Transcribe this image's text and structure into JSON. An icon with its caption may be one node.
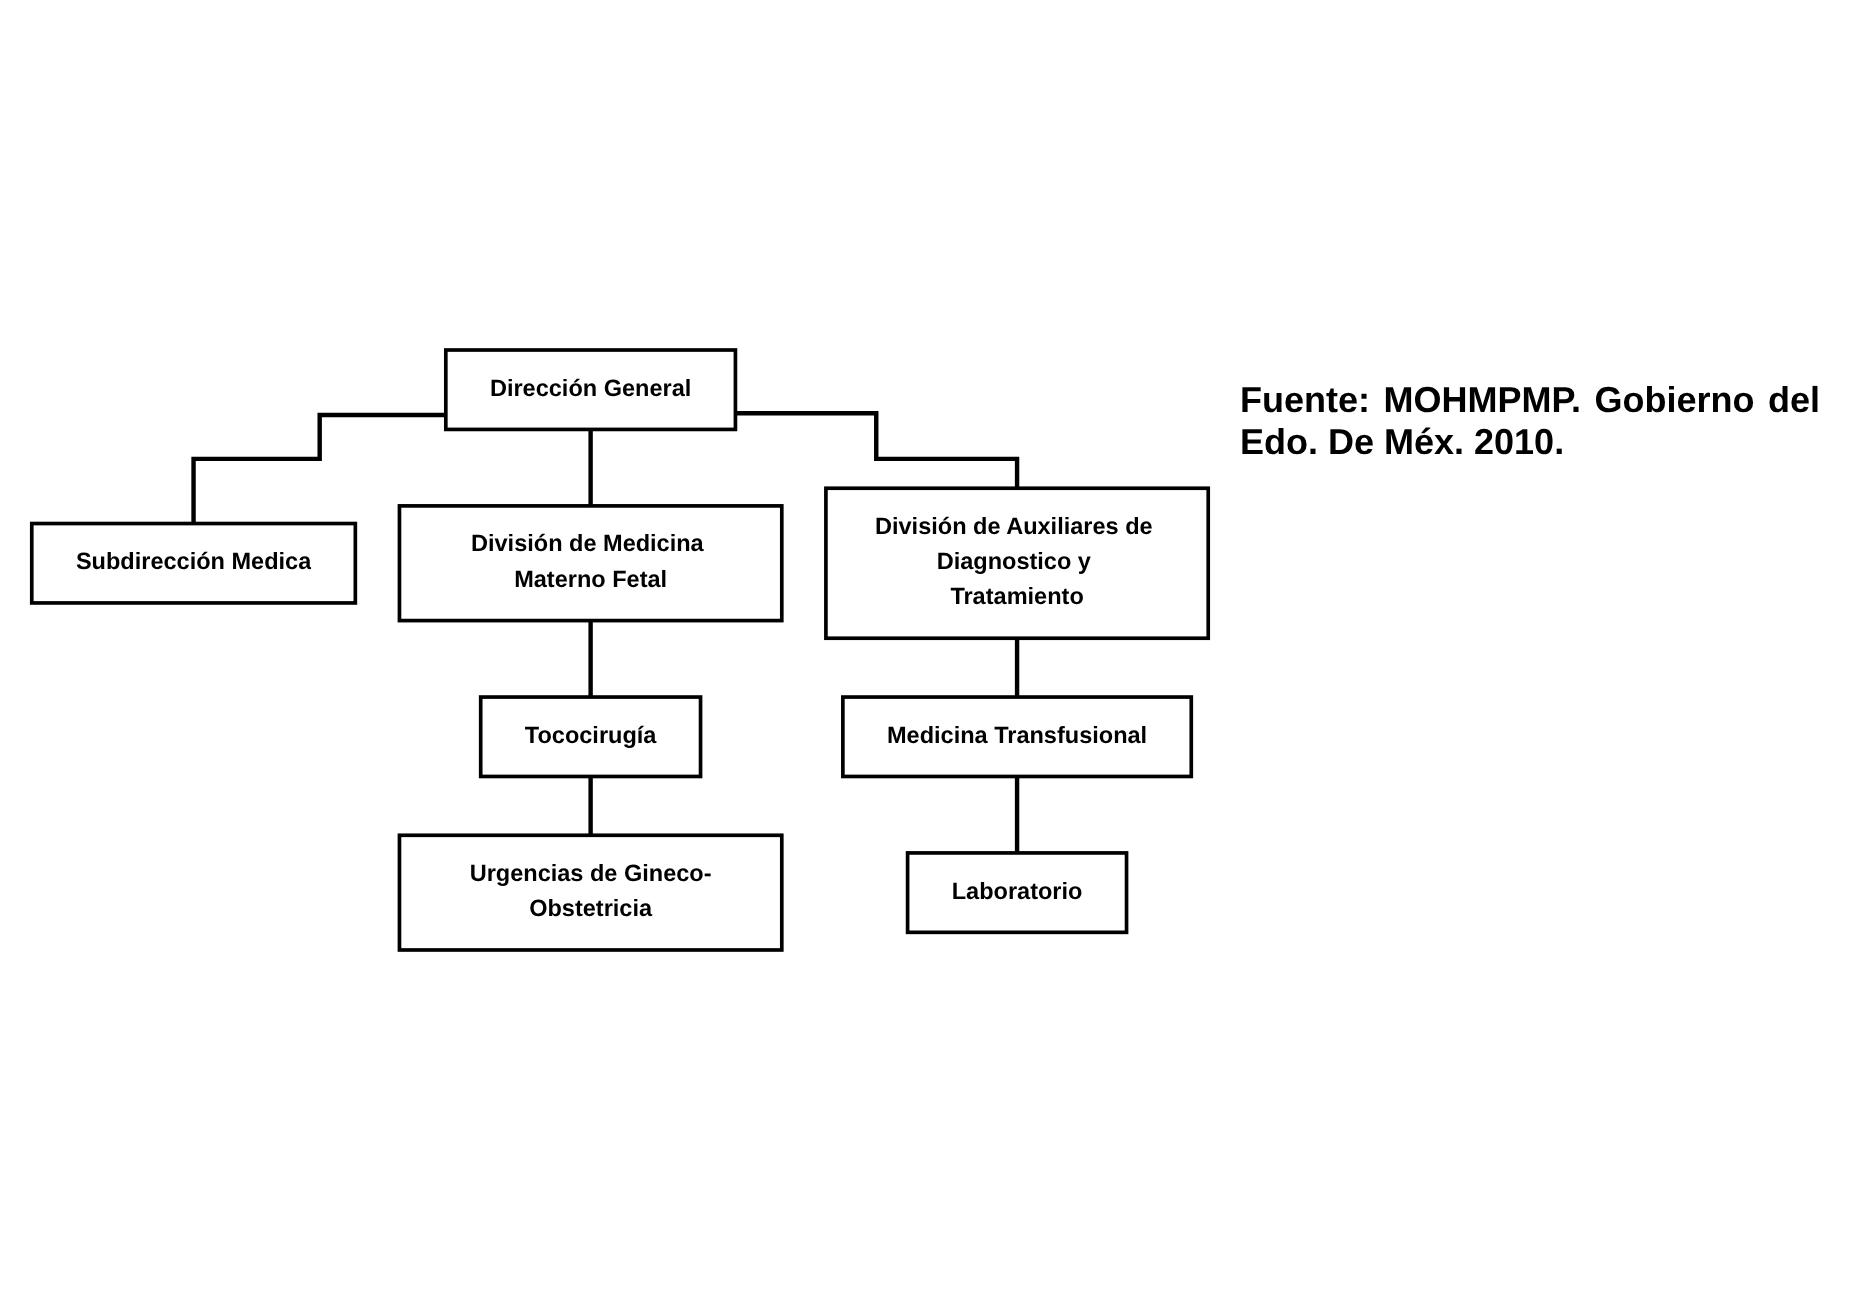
{
  "diagram": {
    "caption": "Fuente: MOHMPMP. Gobierno del Edo. De Méx. 2010.",
    "nodes": [
      {
        "text": [
          "Dirección General"
        ]
      },
      {
        "text": [
          "Subdirección Medica"
        ]
      },
      {
        "text": [
          "División de Medicina Materno Fetal"
        ]
      },
      {
        "text": [
          "División de Auxiliares de Diagnostico y Tratamiento"
        ]
      },
      {
        "text": [
          "Tococirugía"
        ]
      },
      {
        "text": [
          "Urgencias de Gineco-Obstetricia"
        ]
      },
      {
        "text": [
          "Medicina Transfusional"
        ]
      },
      {
        "text": [
          "Laboratorio"
        ]
      }
    ],
    "edges": [
      {
        "from": 0,
        "to": 1,
        "arrow": "none"
      },
      {
        "from": 0,
        "to": 2,
        "arrow": "none"
      },
      {
        "from": 0,
        "to": 3,
        "arrow": "none"
      },
      {
        "from": 2,
        "to": 4,
        "arrow": "none"
      },
      {
        "from": 4,
        "to": 5,
        "arrow": "none"
      },
      {
        "from": 3,
        "to": 6,
        "arrow": "none"
      },
      {
        "from": 6,
        "to": 7,
        "arrow": "none"
      }
    ]
  }
}
